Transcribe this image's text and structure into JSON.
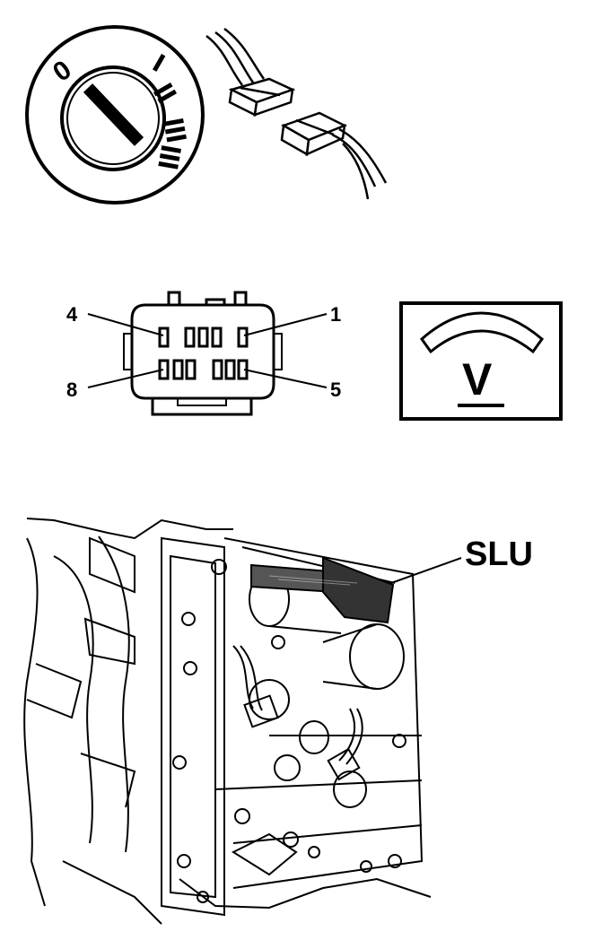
{
  "ignition_switch": {
    "position_labels": [
      "0",
      "I",
      "II",
      "III"
    ]
  },
  "connector": {
    "pin_labels": {
      "top_left": "4",
      "top_right": "1",
      "bottom_left": "8",
      "bottom_right": "5"
    }
  },
  "voltmeter": {
    "symbol": "V"
  },
  "component": {
    "label": "SLU"
  },
  "colors": {
    "ink": "#000000",
    "paper": "#ffffff"
  }
}
